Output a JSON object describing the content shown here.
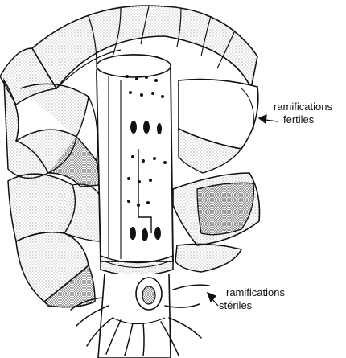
{
  "figure": {
    "labels": {
      "fertile": {
        "line1": "ramifications",
        "line2": "fertiles"
      },
      "sterile": {
        "line1": "ramifications",
        "line2": "stériles"
      }
    },
    "colors": {
      "ink": "#111111",
      "paper": "#ffffff",
      "stipple": "#555555"
    }
  }
}
